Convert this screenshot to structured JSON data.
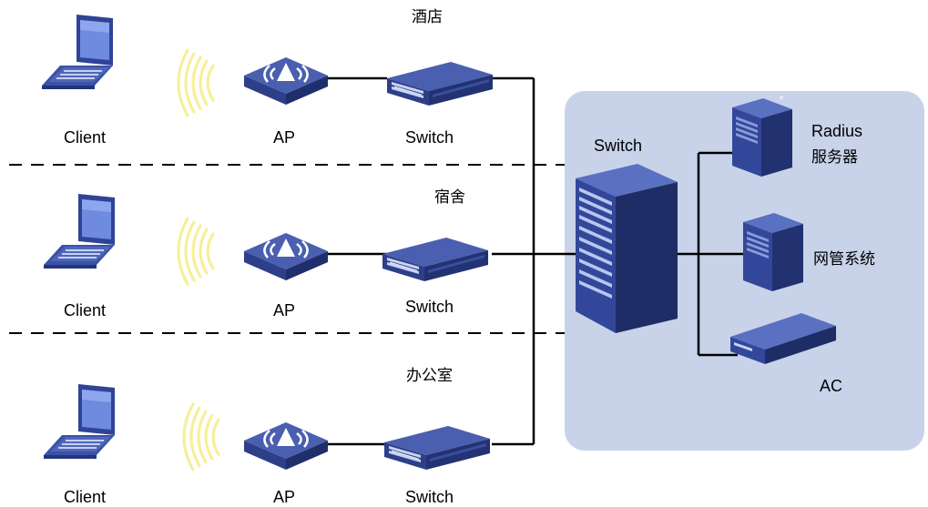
{
  "zones": [
    {
      "name": "酒店"
    },
    {
      "name": "宿舍"
    },
    {
      "name": "办公室"
    }
  ],
  "labels": {
    "client": "Client",
    "ap": "AP",
    "switch": "Switch",
    "core_switch": "Switch",
    "radius_line1": "Radius",
    "radius_line2": "服务器",
    "nms": "网管系统",
    "ac": "AC"
  },
  "colors": {
    "device_blue": "#3a4f9e",
    "device_dark": "#2a3a80",
    "device_light": "#5a70c0",
    "panel_bg": "#c8d3ea",
    "wifi_yellow": "#f7ef9a",
    "line": "#000000"
  }
}
